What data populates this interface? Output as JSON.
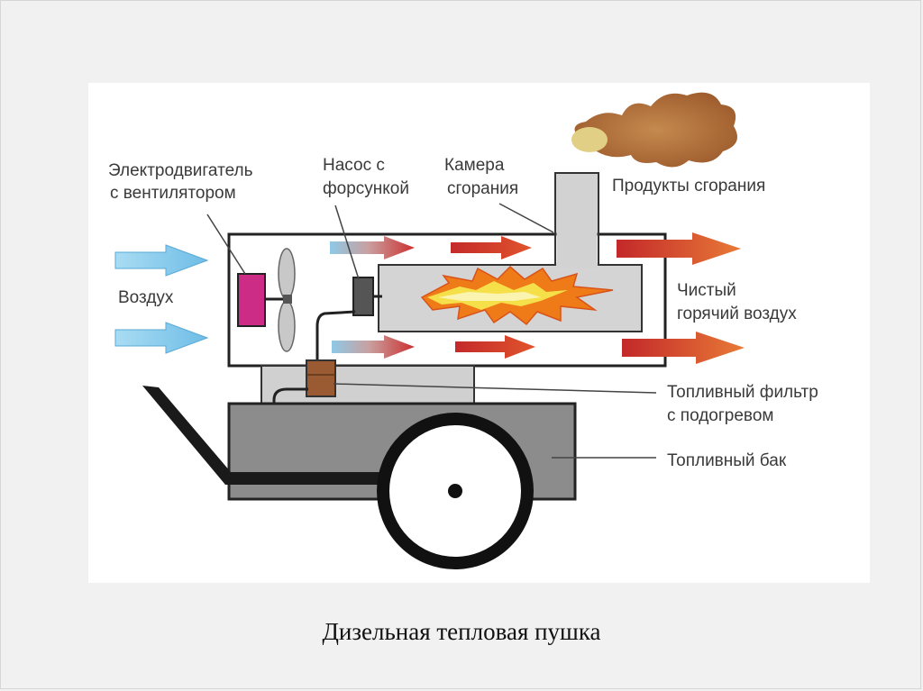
{
  "labels": {
    "motor_line1": "Электродвигатель",
    "motor_line2": "с вентилятором",
    "pump_line1": "Насос с",
    "pump_line2": "форсункой",
    "chamber_line1": "Камера",
    "chamber_line2": "сгорания",
    "exhaust": "Продукты сгорания",
    "air": "Воздух",
    "hot_air_line1": "Чистый",
    "hot_air_line2": "горячий воздух",
    "filter_line1": "Топливный фильтр",
    "filter_line2": "с подогревом",
    "tank": "Топливный бак"
  },
  "caption": "Дизельная тепловая пушка",
  "colors": {
    "background": "#f1f1f1",
    "panel": "#ffffff",
    "housing_stroke": "#222222",
    "chamber_fill": "#d4d4d4",
    "tank_fill": "#8c8c8c",
    "motor": "#cc2c86",
    "air_arrow": "#7cc6ea",
    "hot_arrow": "#c8302c",
    "exhaust_arrow": "#e06a2a",
    "flame_outer": "#ee7a18",
    "flame_inner": "#f6e04a",
    "smoke": "#b5713a",
    "filter": "#9a5a32"
  }
}
